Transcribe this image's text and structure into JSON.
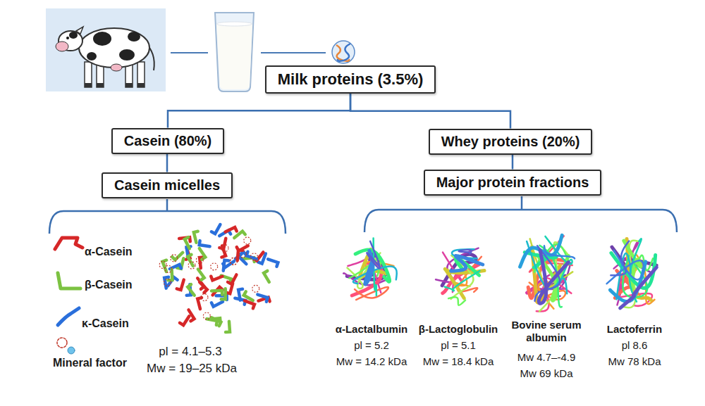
{
  "diagram": {
    "nodes": [
      {
        "text": [
          "Milk proteins (3.5%)"
        ]
      },
      {
        "text": [
          "Casein (80%)"
        ]
      },
      {
        "text": [
          "Whey proteins (20%)"
        ]
      },
      {
        "text": [
          "Casein micelles"
        ]
      },
      {
        "text": [
          "Major protein fractions"
        ]
      }
    ],
    "edges": [
      {
        "from": 0,
        "to": 1,
        "arrow": "none"
      },
      {
        "from": 0,
        "to": 2,
        "arrow": "none"
      },
      {
        "from": 1,
        "to": 3,
        "arrow": "none"
      },
      {
        "from": 2,
        "to": 4,
        "arrow": "none"
      }
    ],
    "labels": [
      "pl = 4.1–5.3",
      "Mw = 19–25 kDa",
      "α-Lactalbumin",
      "pl = 5.2",
      "Mw = 14.2 kDa",
      "β-Lactoglobulin",
      "pl = 5.1",
      "Mw = 18.4 kDa",
      "Bovine serum albumin",
      "Mw 4.7–-4.9",
      "Mw 69 kDa",
      "Lactoferrin",
      "pl 8.6",
      "Mw 78 kDa"
    ],
    "legend": [
      {
        "text": "α-Casein"
      },
      {
        "text": "β-Casein"
      },
      {
        "text": "κ-Casein"
      },
      {
        "text": "Mineral factor"
      }
    ]
  }
}
